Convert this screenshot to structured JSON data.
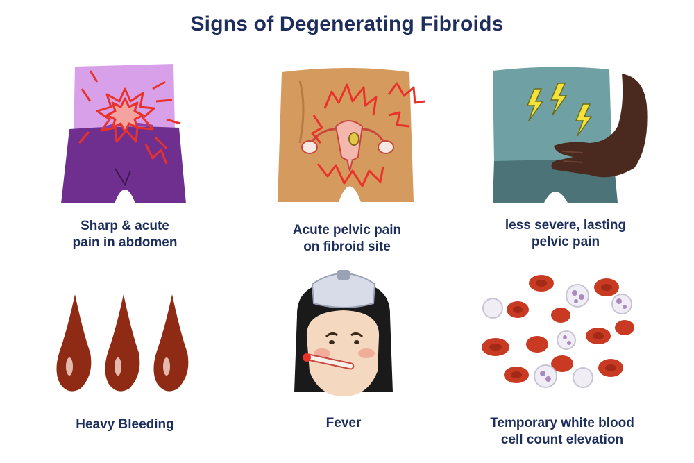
{
  "title": "Signs of Degenerating Fibroids",
  "signs": [
    {
      "caption_line1": "Sharp & acute",
      "caption_line2": "pain in abdomen",
      "illustration": "abdomen-pain-illustration"
    },
    {
      "caption_line1": "Acute pelvic pain",
      "caption_line2": "on fibroid site",
      "illustration": "pelvic-pain-illustration"
    },
    {
      "caption_line1": "less severe, lasting",
      "caption_line2": "pelvic pain",
      "illustration": "lasting-pain-illustration"
    },
    {
      "caption_line1": "Heavy Bleeding",
      "caption_line2": "",
      "illustration": "blood-drops-illustration"
    },
    {
      "caption_line1": "Fever",
      "caption_line2": "",
      "illustration": "fever-illustration"
    },
    {
      "caption_line1": "Temporary white blood",
      "caption_line2": "cell count elevation",
      "illustration": "blood-cells-illustration"
    }
  ],
  "colors": {
    "title": "#1d2d5c",
    "pain_red": "#e8322a",
    "purple_shirt": "#d9a0ea",
    "purple_pants": "#6f2f8e",
    "skin_tan": "#d59a5e",
    "teal_shirt": "#6fa0a4",
    "teal_pants": "#4c7478",
    "dark_skin": "#4a2a1e",
    "blood": "#8f2b14",
    "red_cell": "#c93a22"
  }
}
